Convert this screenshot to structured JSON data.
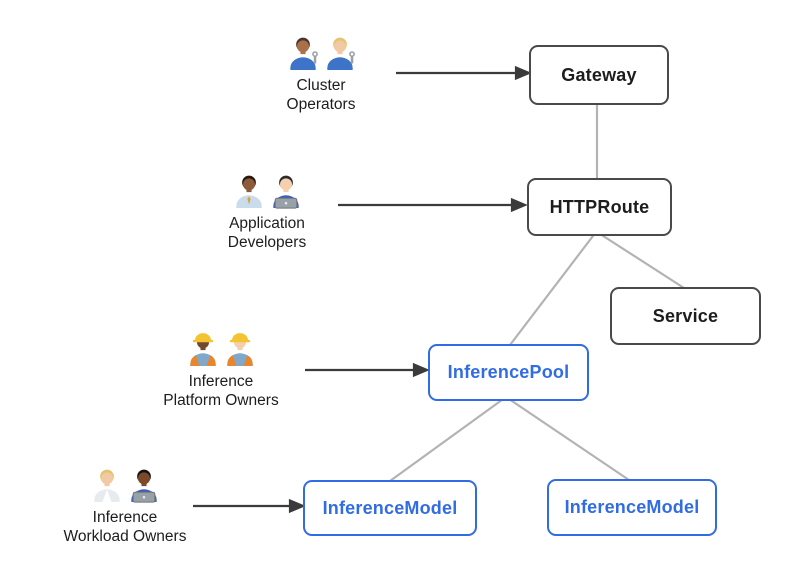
{
  "diagram": {
    "background": "#ffffff",
    "colors": {
      "core_node_border": "#4a4a4a",
      "core_node_text": "#1d1d1d",
      "extension_node": "#326ce5",
      "connector_line": "#b3b3b3",
      "actor_arrow": "#3b3b3b"
    },
    "nodes": [
      {
        "id": "gateway",
        "label": "Gateway",
        "style": "core"
      },
      {
        "id": "httproute",
        "label": "HTTPRoute",
        "style": "core"
      },
      {
        "id": "service",
        "label": "Service",
        "style": "core"
      },
      {
        "id": "inference-pool",
        "label": "InferencePool",
        "style": "extension"
      },
      {
        "id": "inference-model-left",
        "label": "InferenceModel",
        "style": "extension"
      },
      {
        "id": "inference-model-right",
        "label": "InferenceModel",
        "style": "extension"
      }
    ],
    "edges": [
      {
        "from": "Gateway",
        "to": "HTTPRoute"
      },
      {
        "from": "HTTPRoute",
        "to": "InferencePool"
      },
      {
        "from": "HTTPRoute",
        "to": "Service"
      },
      {
        "from": "InferencePool",
        "to": "InferenceModel (left)"
      },
      {
        "from": "InferencePool",
        "to": "InferenceModel (right)"
      }
    ],
    "personas": [
      {
        "label_lines": [
          "Cluster",
          "Operators"
        ],
        "points_to": "Gateway",
        "icons": [
          {
            "name": "man-mechanic-icon",
            "skin": "#a9704a",
            "hair": "#4e342e",
            "shirt": "#3d74c9",
            "tool": true
          },
          {
            "name": "woman-mechanic-icon",
            "skin": "#f1c9a5",
            "hair": "#e3c46c",
            "shirt": "#3d74c9",
            "tool": true
          }
        ]
      },
      {
        "label_lines": [
          "Application",
          "Developers"
        ],
        "points_to": "HTTPRoute",
        "icons": [
          {
            "name": "man-office-worker-icon",
            "skin": "#8d5a3b",
            "hair": "#26180f",
            "shirt": "#c9dcec",
            "tie": "#d9a437"
          },
          {
            "name": "woman-technologist-icon",
            "skin": "#f5d0ae",
            "hair": "#2f2a2a",
            "shirt": "#3f5fb8",
            "laptop": true
          }
        ]
      },
      {
        "label_lines": [
          "Inference",
          "Platform Owners"
        ],
        "points_to": "InferencePool",
        "icons": [
          {
            "name": "woman-construction-worker-icon",
            "skin": "#6f4a2f",
            "hair": "#1d1410",
            "shirt": "#7fa8c9",
            "vest": "#e8862d",
            "hat": "#f3c331"
          },
          {
            "name": "man-construction-worker-icon",
            "skin": "#f3cfae",
            "hair": "#c8a05a",
            "shirt": "#7fa8c9",
            "vest": "#e8862d",
            "hat": "#f3c331"
          }
        ]
      },
      {
        "label_lines": [
          "Inference",
          "Workload Owners"
        ],
        "points_to": "InferenceModel",
        "icons": [
          {
            "name": "health-worker-icon",
            "skin": "#f1c9a5",
            "hair": "#e3c46c",
            "shirt": "#e8ebee",
            "coat": true
          },
          {
            "name": "man-technologist-icon",
            "skin": "#7a4a2b",
            "hair": "#17120f",
            "shirt": "#3f5fb8",
            "laptop": true
          }
        ]
      }
    ]
  }
}
